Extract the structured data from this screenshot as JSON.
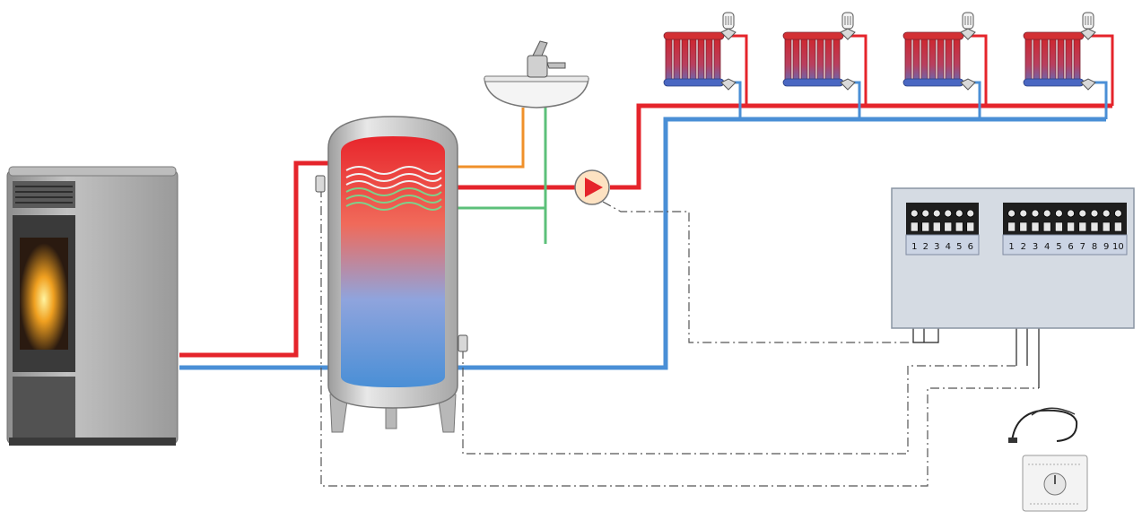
{
  "diagram": {
    "kind": "pellet-stove-heating-schematic",
    "colors": {
      "hot_pipe": "#e5242b",
      "cold_pipe": "#4a8fd6",
      "sanitary_hot": "#f0902a",
      "sanitary_cold": "#5cc07a",
      "signal_wire": "#555555",
      "stove_body": "#a9a9a9",
      "tank_shell": "#c8c8c8",
      "panel_bg": "#d5dbe3"
    },
    "components": {
      "stove": "pellet-stove",
      "tank": "buffer-tank",
      "sink": "wash-basin-with-mixer",
      "pump": "circulation-pump",
      "radiators": [
        "radiator",
        "radiator",
        "radiator",
        "radiator"
      ],
      "controller": "terminal-board",
      "thermostat": "room-thermostat",
      "probe": "temperature-probe"
    },
    "terminal_block_left": {
      "labels": [
        "1",
        "2",
        "3",
        "4",
        "5",
        "6"
      ]
    },
    "terminal_block_right": {
      "labels": [
        "1",
        "2",
        "3",
        "4",
        "5",
        "6",
        "7",
        "8",
        "9",
        "10"
      ]
    }
  }
}
